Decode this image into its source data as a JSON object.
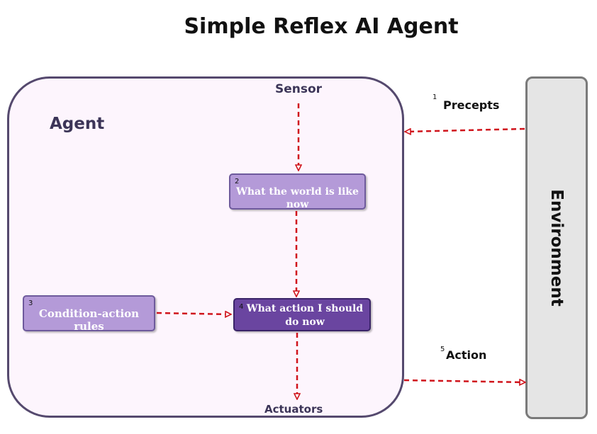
{
  "title": "Simple Reflex AI Agent",
  "agent": {
    "label": "Agent",
    "sensor_label": "Sensor",
    "actuators_label": "Actuators"
  },
  "environment": {
    "label": "Environment"
  },
  "nodes": {
    "world": {
      "number": "2",
      "text": "What the world is like now"
    },
    "rules": {
      "number": "3",
      "text": "Condition-action rules"
    },
    "action": {
      "number": "4",
      "text": "What action I should do now"
    }
  },
  "edges": {
    "precepts": {
      "number": "1",
      "label": "Precepts"
    },
    "action": {
      "number": "5",
      "label": "Action"
    }
  },
  "colors": {
    "arrow": "#d0141c",
    "agent_border": "#55496e",
    "agent_fill": "#fdf5fd",
    "node_light": "#b49ad8",
    "node_dark": "#6a45a0",
    "environment_fill": "#e5e5e5"
  }
}
